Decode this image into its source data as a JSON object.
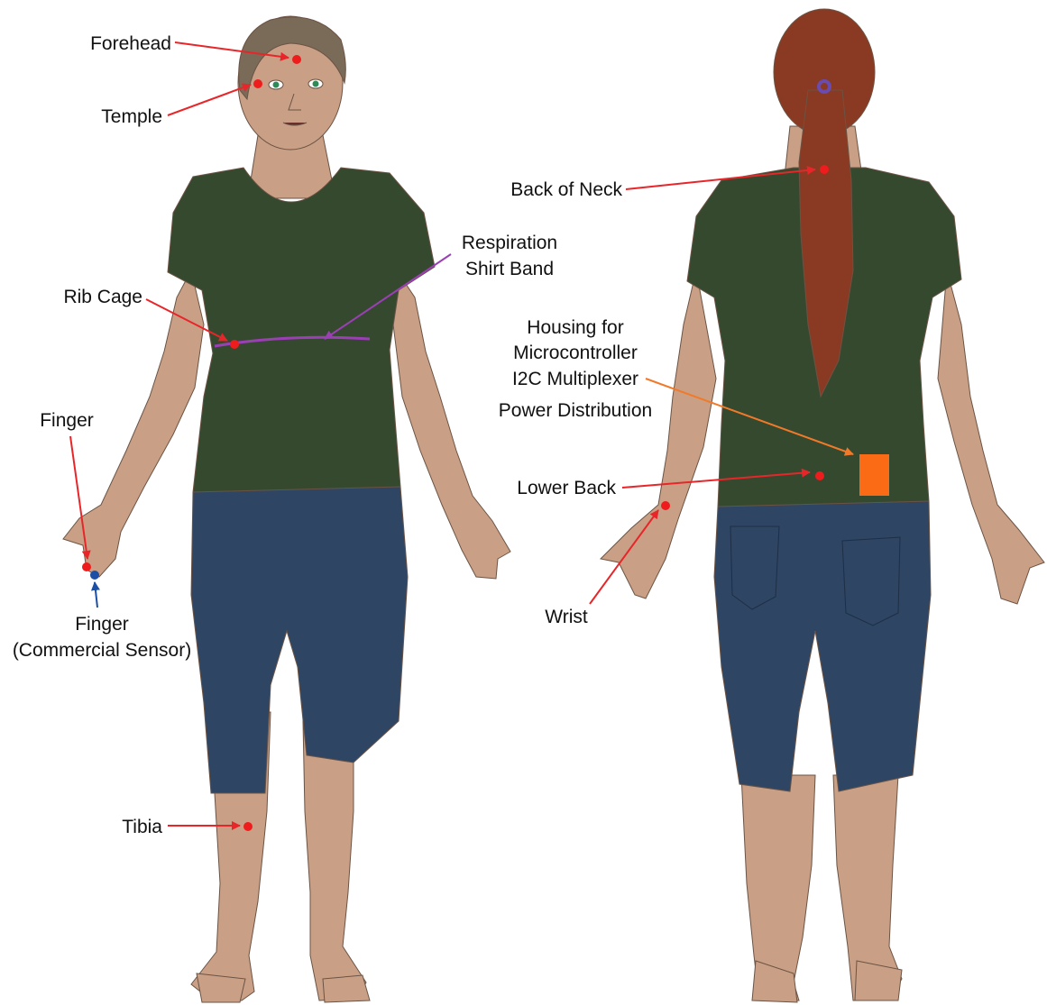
{
  "colors": {
    "sensor_red": "#ee1c1c",
    "sensor_blue": "#1d4fa5",
    "arrow_red": "#e8262a",
    "arrow_purple": "#9b3fb5",
    "arrow_orange": "#f07a2a",
    "arrow_blue": "#1d4fa5",
    "housing_orange": "#fb6a14",
    "skin": "#c9a086",
    "shirt": "#35492f",
    "shorts": "#2e4563",
    "hair": "#8a3a22"
  },
  "labels": {
    "forehead": "Forehead",
    "temple": "Temple",
    "rib_cage": "Rib Cage",
    "respiration_line1": "Respiration",
    "respiration_line2": "Shirt Band",
    "finger": "Finger",
    "finger_commercial_line1": "Finger",
    "finger_commercial_line2": "(Commercial Sensor)",
    "tibia": "Tibia",
    "back_of_neck": "Back of Neck",
    "housing_line1": "Housing for",
    "housing_line2": "Microcontroller",
    "housing_line3": "I2C Multiplexer",
    "housing_line4": "Power Distribution",
    "lower_back": "Lower Back",
    "wrist": "Wrist"
  }
}
